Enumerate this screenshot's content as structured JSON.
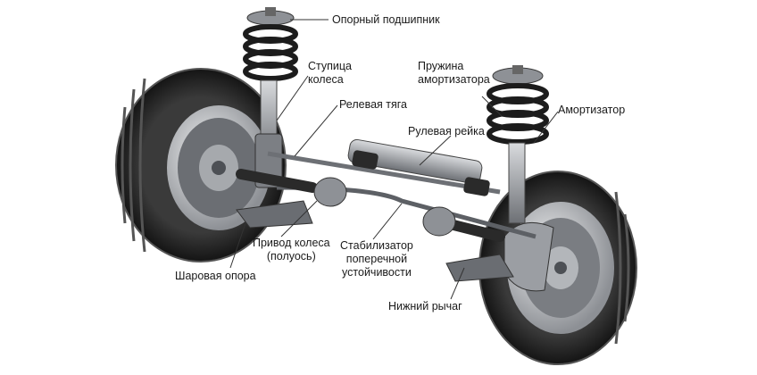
{
  "labels": {
    "top_mount": "Опорный подшипник",
    "hub": [
      "Ступица",
      "колеса"
    ],
    "tie_rod": "Релевая тяга",
    "spring": [
      "Пружина",
      "амортизатора"
    ],
    "shock": "Амортизатор",
    "steering_rack": "Рулевая рейка",
    "drive_shaft": [
      "Привод колеса",
      "(полуось)"
    ],
    "ball_joint": "Шаровая опора",
    "stabilizer": [
      "Стабилизатор",
      "поперечной",
      "устойчивости"
    ],
    "lower_arm": "Нижний рычаг"
  },
  "colors": {
    "tire": "#2b2b2b",
    "tread": "#4a4a4a",
    "rim": "#c9ccd0",
    "metal_dark": "#5a5d62",
    "metal_light": "#b9bcc0",
    "spring": "#1c1c1c",
    "leader": "#333333"
  }
}
